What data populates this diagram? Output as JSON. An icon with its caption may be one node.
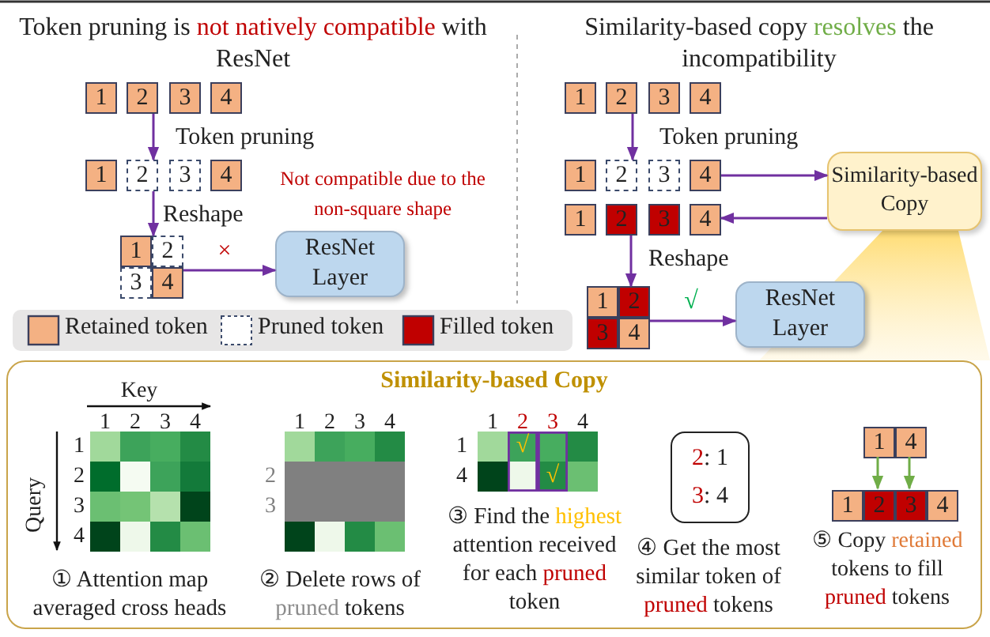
{
  "diagram": {
    "nodes": [
      {
        "text": [
          "1"
        ]
      },
      {
        "text": [
          "2"
        ]
      },
      {
        "text": [
          "3"
        ]
      },
      {
        "text": [
          "4"
        ]
      },
      {
        "text": [
          "1"
        ]
      },
      {
        "text": [
          "2"
        ]
      },
      {
        "text": [
          "3"
        ]
      },
      {
        "text": [
          "4"
        ]
      },
      {
        "text": [
          "1"
        ]
      },
      {
        "text": [
          "2"
        ]
      },
      {
        "text": [
          "3"
        ]
      },
      {
        "text": [
          "4"
        ]
      },
      {
        "text": [
          "ResNet Layer"
        ]
      },
      {
        "text": [
          "1"
        ]
      },
      {
        "text": [
          "2"
        ]
      },
      {
        "text": [
          "3"
        ]
      },
      {
        "text": [
          "4"
        ]
      },
      {
        "text": [
          "1"
        ]
      },
      {
        "text": [
          "2"
        ]
      },
      {
        "text": [
          "3"
        ]
      },
      {
        "text": [
          "4"
        ]
      },
      {
        "text": [
          "1"
        ]
      },
      {
        "text": [
          "2"
        ]
      },
      {
        "text": [
          "3"
        ]
      },
      {
        "text": [
          "4"
        ]
      },
      {
        "text": [
          "Similarity-based Copy"
        ]
      },
      {
        "text": [
          "1"
        ]
      },
      {
        "text": [
          "2"
        ]
      },
      {
        "text": [
          "3"
        ]
      },
      {
        "text": [
          "4"
        ]
      },
      {
        "text": [
          "ResNet Layer"
        ]
      },
      {
        "text": [
          "Similarity-based Copy"
        ]
      },
      {
        "text": [
          "*2*: 1",
          "*3*: 4"
        ],
        "in": 31
      },
      {
        "text": [
          "1"
        ],
        "in": 31
      },
      {
        "text": [
          "4"
        ],
        "in": 31
      },
      {
        "text": [
          "1"
        ],
        "in": 31
      },
      {
        "text": [
          "2"
        ],
        "in": 31
      },
      {
        "text": [
          "3"
        ],
        "in": 31
      },
      {
        "text": [
          "4"
        ],
        "in": 31
      }
    ],
    "edges": [
      {
        "from": 1,
        "to": 5,
        "arrow": "to",
        "label": "Token pruning"
      },
      {
        "from": 5,
        "to": 9,
        "arrow": "to",
        "label": "Reshape"
      },
      {
        "from": 11,
        "to": 12,
        "arrow": "to",
        "label": "×"
      },
      {
        "from": 14,
        "to": 18,
        "arrow": "to",
        "label": "Token pruning"
      },
      {
        "from": 20,
        "to": 25,
        "arrow": "to"
      },
      {
        "from": 25,
        "to": 24,
        "arrow": "to"
      },
      {
        "from": 22,
        "to": 27,
        "arrow": "to",
        "label": "Reshape"
      },
      {
        "from": 29,
        "to": 30,
        "arrow": "to",
        "label": "√"
      },
      {
        "from": 33,
        "to": 36,
        "arrow": "to",
        "color": "#70ad47"
      },
      {
        "from": 34,
        "to": 37,
        "arrow": "to",
        "color": "#70ad47"
      }
    ],
    "labels": [
      "Token pruning is *not natively compatible* with ResNet",
      "Similarity-based copy *resolves* the incompatibility",
      "Not compatible due to the non-square shape",
      "Key",
      "Query",
      "1",
      "2",
      "3",
      "4",
      "1",
      "2",
      "3",
      "4",
      "1",
      "2",
      "3",
      "4",
      "2",
      "3",
      "1",
      "2",
      "3",
      "4",
      "1",
      "4",
      "√",
      "√",
      "① Attention map averaged cross heads",
      "② Delete rows of *pruned* tokens",
      "③ Find the **highest** attention received for each *pruned* token",
      "④ Get the most similar token of *pruned* tokens",
      "⑤ Copy **retained** tokens to fill *pruned* tokens"
    ],
    "legend": [
      {
        "text": "Retained token",
        "color": "#f4b183"
      },
      {
        "text": "Pruned token"
      },
      {
        "text": "Filled token",
        "color": "#c00000"
      }
    ]
  }
}
